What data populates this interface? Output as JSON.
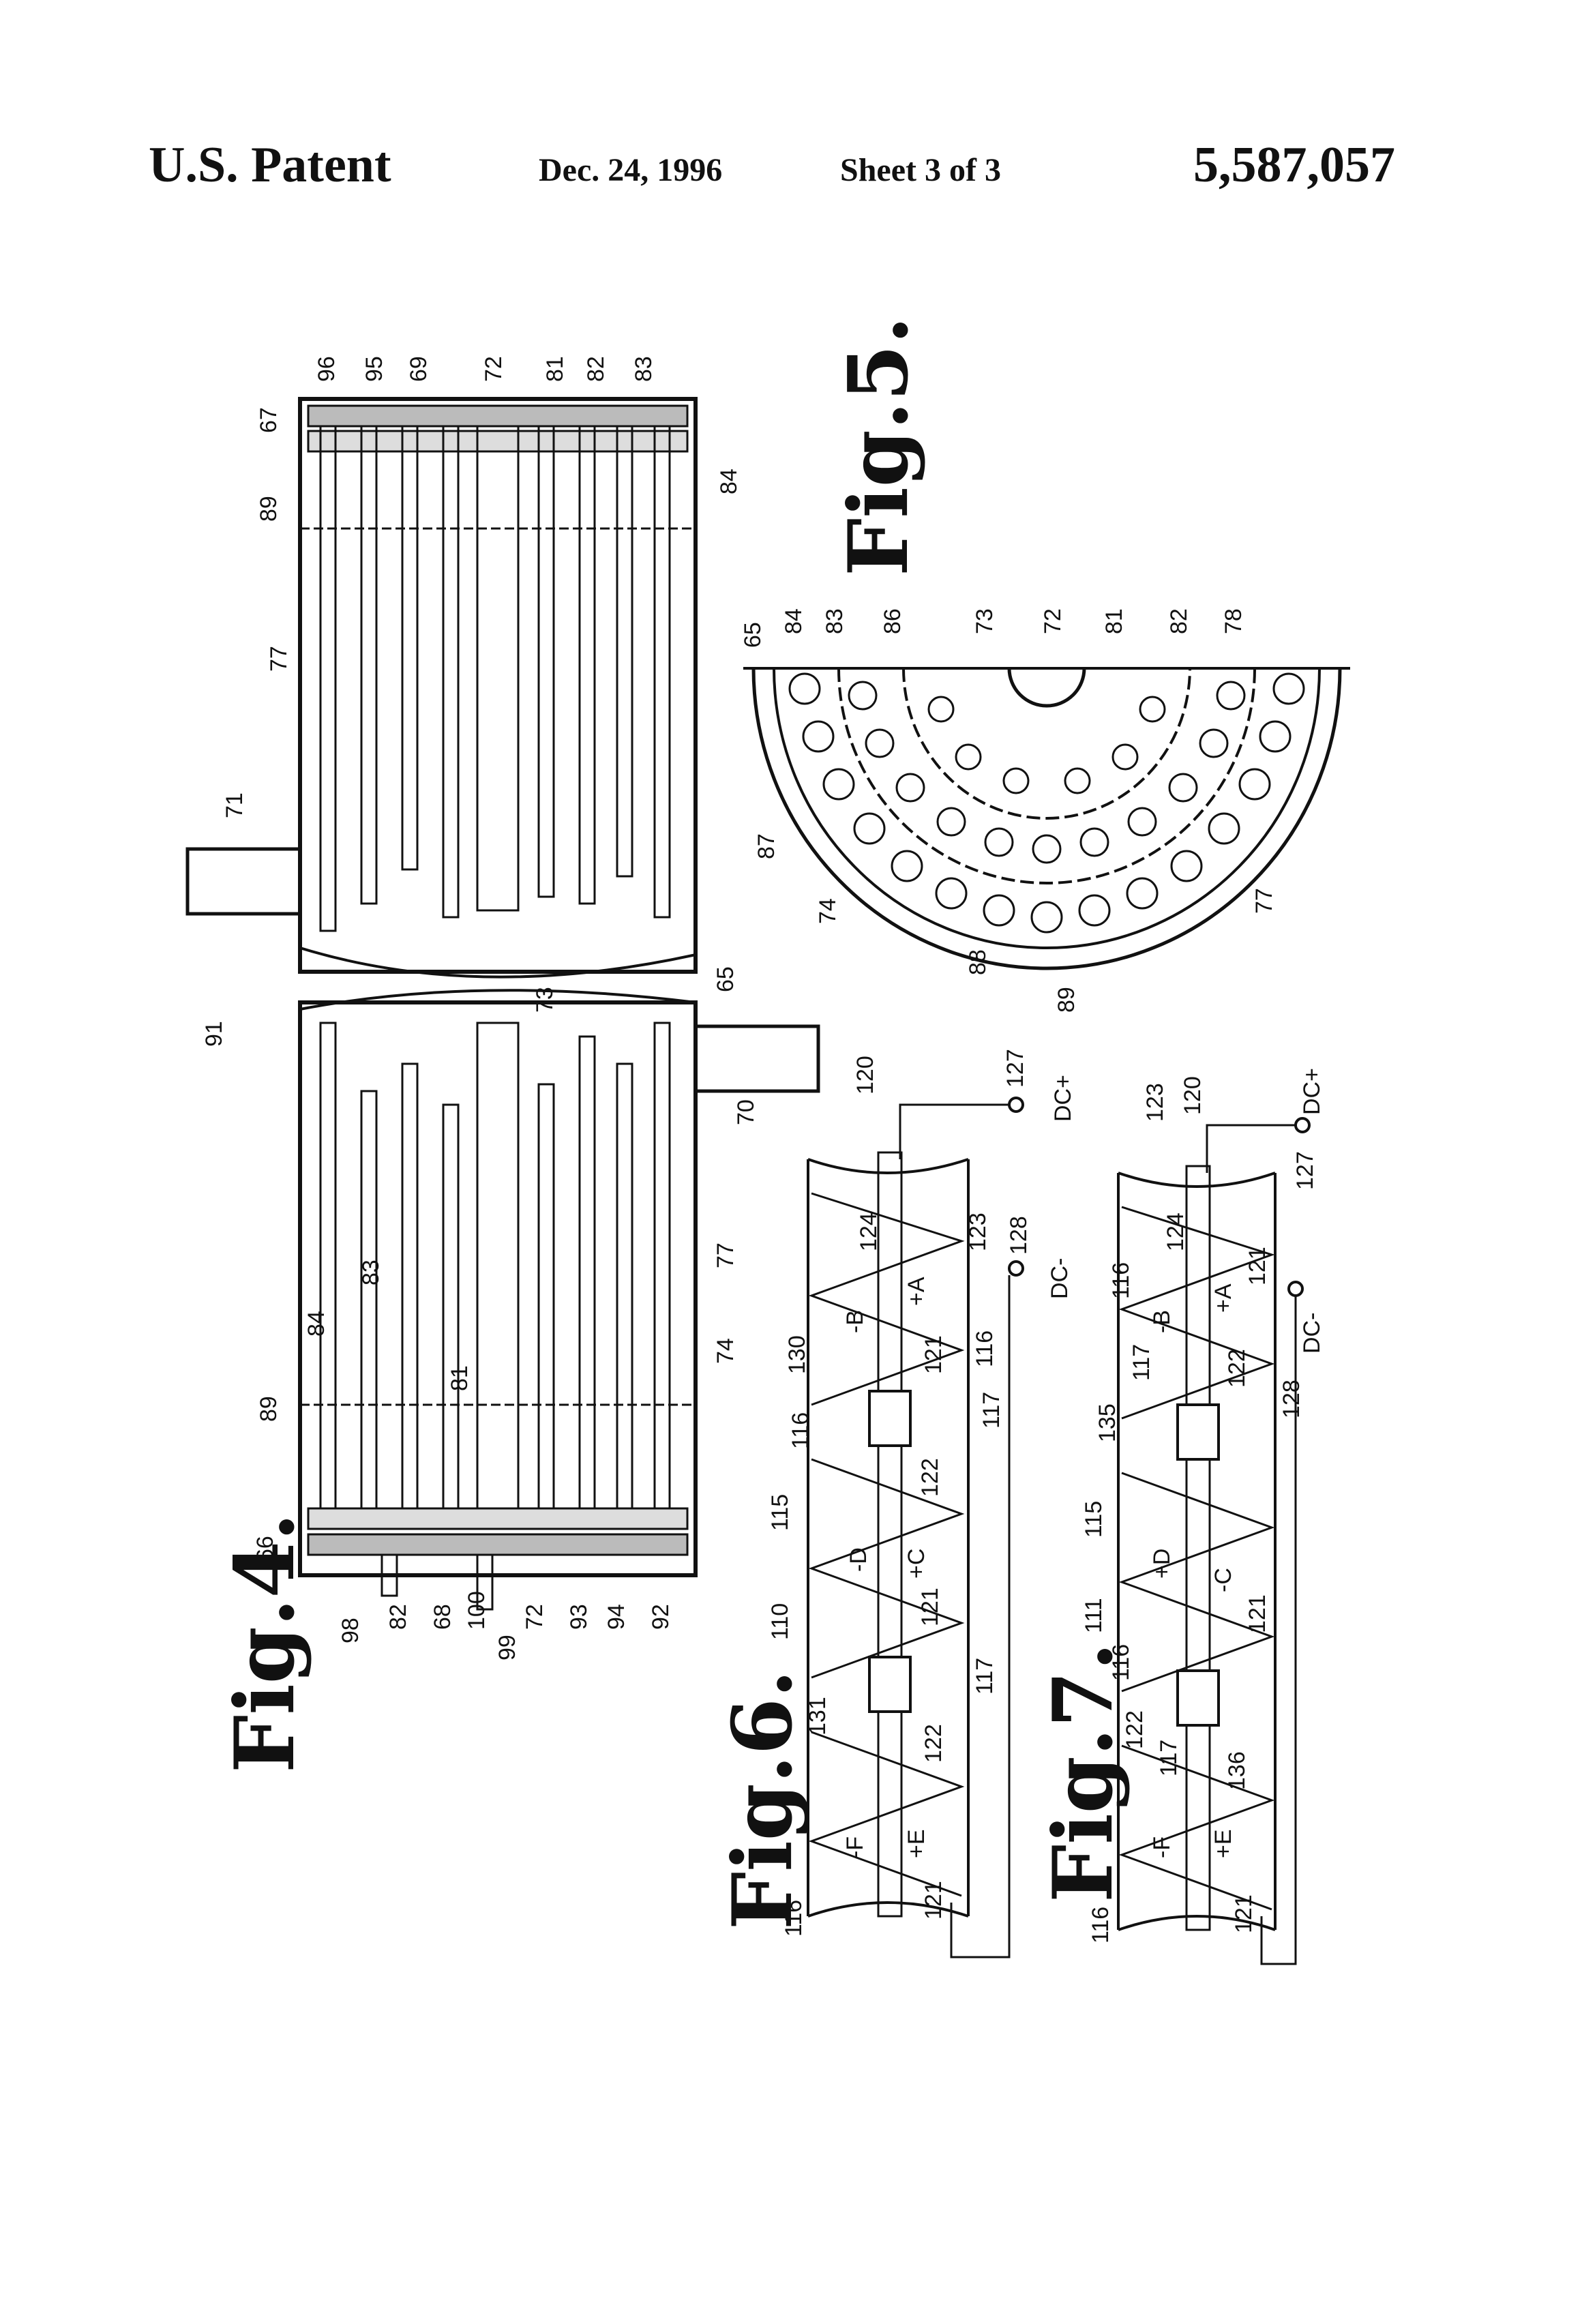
{
  "header": {
    "patent_label": "U.S. Patent",
    "date": "Dec. 24, 1996",
    "sheet": "Sheet 3 of 3",
    "patent_number": "5,587,057"
  },
  "figures": {
    "fig4": {
      "label": "Fig.4.",
      "refs": [
        "96",
        "95",
        "69",
        "72",
        "81",
        "82",
        "83",
        "67",
        "89",
        "84",
        "77",
        "71",
        "91",
        "73",
        "65",
        "66",
        "98",
        "82",
        "68",
        "100",
        "99",
        "72",
        "93",
        "94",
        "92",
        "89",
        "84",
        "83",
        "81",
        "77",
        "74",
        "70"
      ]
    },
    "fig5": {
      "label": "Fig.5.",
      "refs": [
        "65",
        "84",
        "83",
        "86",
        "73",
        "72",
        "81",
        "82",
        "78",
        "87",
        "74",
        "88",
        "89",
        "77"
      ]
    },
    "fig6": {
      "label": "Fig.6.",
      "refs": [
        "120",
        "127",
        "DC+",
        "124",
        "123",
        "128",
        "DC-",
        "+A",
        "-B",
        "130",
        "121",
        "116",
        "117",
        "115",
        "116",
        "+C",
        "-D",
        "110",
        "122",
        "121",
        "131",
        "117",
        "+E",
        "-F",
        "122",
        "121",
        "116"
      ]
    },
    "fig7": {
      "label": "Fig.7.",
      "refs": [
        "123",
        "120",
        "DC+",
        "127",
        "124",
        "+A",
        "121",
        "-B",
        "116",
        "DC-",
        "128",
        "117",
        "122",
        "135",
        "115",
        "111",
        "+D",
        "-C",
        "121",
        "116",
        "122",
        "117",
        "136",
        "-F",
        "+E",
        "121",
        "116"
      ]
    }
  }
}
